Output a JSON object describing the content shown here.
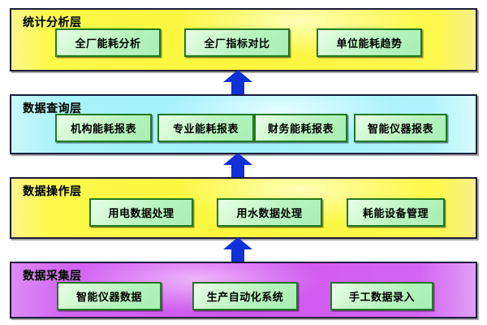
{
  "diagram": {
    "title_visible": false,
    "colors": {
      "layer_statistics_bg": "#fcf63c",
      "layer_query_bg": "#a2f1fb",
      "layer_operation_bg": "#fcf63c",
      "layer_collection_bg": "#cf57f0",
      "node_bg": "#b6f3bd",
      "node_border": "#1f7a1f",
      "layer_border": "#1a1a3c",
      "arrow": "#1030d8"
    },
    "layers": [
      {
        "id": "statistics",
        "title": "统计分析层",
        "nodes": [
          {
            "label": "全厂能耗分析"
          },
          {
            "label": "全厂指标对比"
          },
          {
            "label": "单位能耗趋势"
          }
        ]
      },
      {
        "id": "query",
        "title": "数据查询层",
        "nodes": [
          {
            "label": "机构能耗报表"
          },
          {
            "label": "专业能耗报表"
          },
          {
            "label": "财务能耗报表"
          },
          {
            "label": "智能仪器报表"
          }
        ]
      },
      {
        "id": "operation",
        "title": "数据操作层",
        "nodes": [
          {
            "label": "用电数据处理"
          },
          {
            "label": "用水数据处理"
          },
          {
            "label": "耗能设备管理"
          }
        ]
      },
      {
        "id": "collection",
        "title": "数据采集层",
        "nodes": [
          {
            "label": "智能仪器数据"
          },
          {
            "label": "生产自动化系统"
          },
          {
            "label": "手工数据录入"
          }
        ]
      }
    ],
    "arrows": [
      {
        "name": "arrow-query-to-statistics",
        "direction": "up"
      },
      {
        "name": "arrow-operation-to-query",
        "direction": "up"
      },
      {
        "name": "arrow-collection-to-operation",
        "direction": "up"
      }
    ]
  }
}
